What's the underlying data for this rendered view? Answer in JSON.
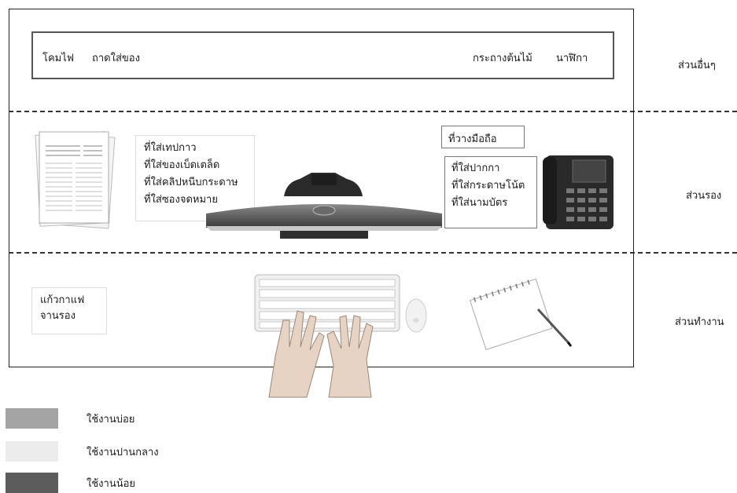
{
  "top": {
    "left_items": [
      "โคมไฟ",
      "ถาดใส่ของ"
    ],
    "right_items": [
      "กระถางต้นไม้",
      "นาฬิกา"
    ]
  },
  "zones": {
    "other": "ส่วนอื่นๆ",
    "secondary": "ส่วนรอง",
    "work": "ส่วนทำงาน"
  },
  "secondary_zone": {
    "left_box": [
      "ที่ใส่เทปกาว",
      "ที่ใส่ของเบ็ดเตล็ด",
      "ที่ใส่คลิปหนีบกระดาษ",
      "ที่ใส่ซองจดหมาย"
    ],
    "phone_stand": "ที่วางมือถือ",
    "right_box": [
      "ที่ใส่ปากกา",
      "ที่ใส่กระดาษโน้ต",
      "ที่ใส่นามบัตร"
    ]
  },
  "work_zone": {
    "left_box": [
      "แก้วกาแฟ",
      "จานรอง"
    ]
  },
  "legend": [
    {
      "label": "ใช้งานบ่อย",
      "color": "#a4a4a4"
    },
    {
      "label": "ใช้งานปานกลาง",
      "color": "#ececec"
    },
    {
      "label": "ใช้งานน้อย",
      "color": "#5c5c5c"
    }
  ]
}
